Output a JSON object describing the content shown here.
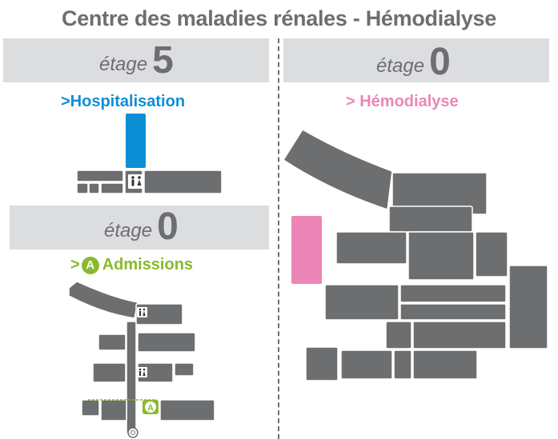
{
  "title": "Centre des maladies rénales - Hémodialyse",
  "colors": {
    "building": "#6d6e70",
    "band": "#dcdddf",
    "hospitalisation": "#0d8fd6",
    "hemodialyse": "#ec86b6",
    "admissions": "#8ab92d"
  },
  "floors": {
    "left_top": {
      "word": "étage",
      "number": "5"
    },
    "left_bottom": {
      "word": "étage",
      "number": "0"
    },
    "right": {
      "word": "étage",
      "number": "0"
    }
  },
  "sections": {
    "hospitalisation": ">Hospitalisation",
    "hemodialyse": "> Hémodialyse",
    "admissions_prefix": ">",
    "admissions_badge": "A",
    "admissions_label": "Admissions"
  },
  "icons": {
    "restroom": "restroom-icon",
    "admissions_marker": "admissions-marker-icon",
    "entrance": "entrance-icon"
  }
}
